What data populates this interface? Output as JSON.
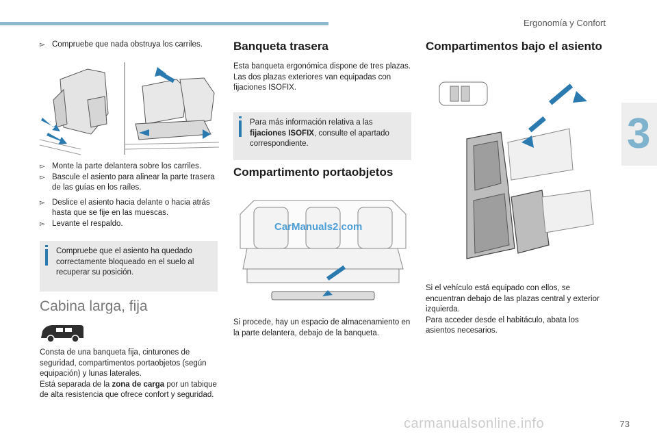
{
  "header": {
    "section_title": "Ergonomía y Confort",
    "chapter": "3"
  },
  "page_number": "73",
  "col1": {
    "bullet_top": "Compruebe que nada obstruya los carriles.",
    "bullets": [
      "Monte la parte delantera sobre los carriles.",
      "Bascule el asiento para alinear la parte trasera de las guías en los raíles.",
      "Deslice el asiento hacia delante o hacia atrás hasta que se fije en las muescas.",
      "Levante el respaldo."
    ],
    "info": "Compruebe que el asiento ha quedado correctamente bloqueado en el suelo al recuperar su posición.",
    "heading": "Cabina larga, fija",
    "para1": "Consta de una banqueta fija, cinturones de seguridad, compartimentos portaobjetos (según equipación) y lunas laterales.",
    "para2_a": "Está separada de la ",
    "para2_b": "zona de carga",
    "para2_c": " por un tabique de alta resistencia que ofrece confort y seguridad."
  },
  "col2": {
    "heading1": "Banqueta trasera",
    "para1": "Esta banqueta ergonómica dispone de tres plazas.",
    "para2": "Las dos plazas exteriores van equipadas con fijaciones ISOFIX.",
    "info_a": "Para más información relativa a las ",
    "info_b": "fijaciones ISOFIX",
    "info_c": ", consulte el apartado correspondiente.",
    "heading2": "Compartimento portaobjetos",
    "watermark": "CarManuals2.com",
    "para3": "Si procede, hay un espacio de almacenamiento en la parte delantera, debajo de la banqueta."
  },
  "col3": {
    "heading": "Compartimentos bajo el asiento",
    "para1": "Si el vehículo está equipado con ellos, se encuentran debajo de las plazas central y exterior izquierda.",
    "para2": "Para acceder desde el habitáculo, abata los asientos necesarios."
  },
  "footer": {
    "watermark": "carmanualsonline.info"
  },
  "colors": {
    "accent": "#2a7ab0",
    "bar": "#8fb9cf",
    "info_bg": "#e9e9e9"
  },
  "icons": [
    "bullet-arrow-icon",
    "info-icon",
    "van-icon"
  ]
}
